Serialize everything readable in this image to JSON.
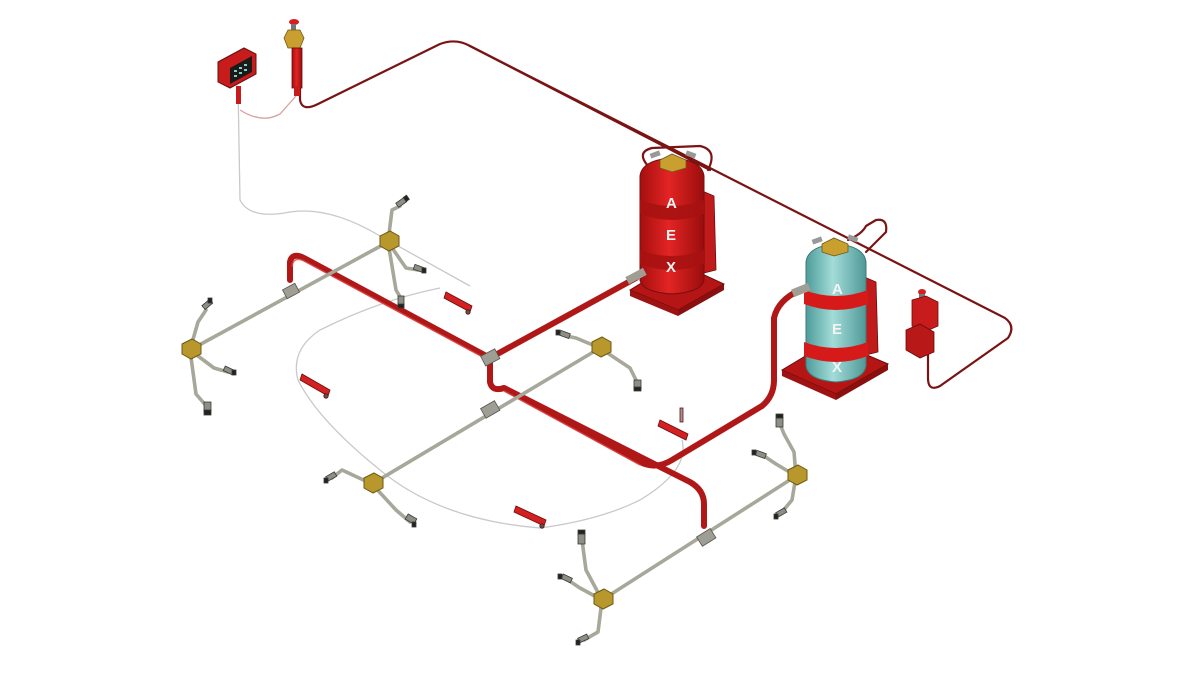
{
  "cylinders": [
    {
      "id": "red-cylinder",
      "body_color": "#d61a1a",
      "letters": [
        "A",
        "E",
        "X"
      ]
    },
    {
      "id": "teal-cylinder",
      "body_color": "#79c2c0",
      "letters": [
        "A",
        "E",
        "X"
      ]
    }
  ],
  "colors": {
    "detection_line": "#7a1414",
    "discharge_pipe": "#b01818",
    "distribution_pipe": "#a7a79a",
    "tee_fitting": "#b8972d",
    "control_panel": "#d21f1f",
    "heat_detector_cable": "#c9c9c9"
  },
  "components": [
    "control-panel",
    "manual-release",
    "red-cylinder",
    "teal-cylinder",
    "pressure-switch",
    "distribution-network",
    "nozzles",
    "heat-detector-brackets"
  ]
}
